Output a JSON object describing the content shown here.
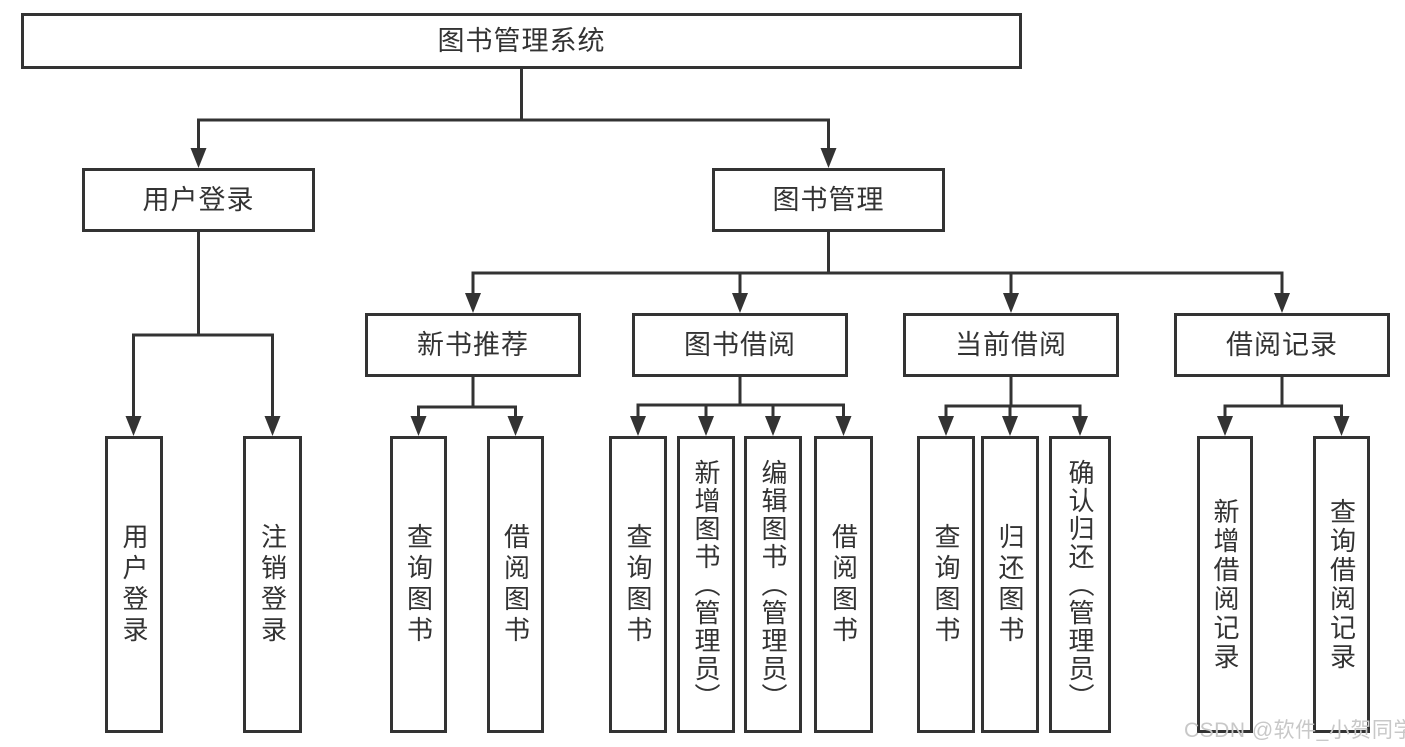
{
  "diagram": {
    "title": "图书管理系统",
    "branches": [
      {
        "label": "用户登录",
        "children": [
          {
            "label": "用户登录"
          },
          {
            "label": "注销登录"
          }
        ]
      },
      {
        "label": "图书管理",
        "children": [
          {
            "label": "新书推荐",
            "children": [
              {
                "label": "查询图书"
              },
              {
                "label": "借阅图书"
              }
            ]
          },
          {
            "label": "图书借阅",
            "children": [
              {
                "label": "查询图书"
              },
              {
                "label": "新增图书（管理员）"
              },
              {
                "label": "编辑图书（管理员）"
              },
              {
                "label": "借阅图书"
              }
            ]
          },
          {
            "label": "当前借阅",
            "children": [
              {
                "label": "查询图书"
              },
              {
                "label": "归还图书"
              },
              {
                "label": "确认归还（管理员）"
              }
            ]
          },
          {
            "label": "借阅记录",
            "children": [
              {
                "label": "新增借阅记录"
              },
              {
                "label": "查询借阅记录"
              }
            ]
          }
        ]
      }
    ]
  },
  "colors": {
    "line": "#333333",
    "box_border": "#333333",
    "text": "#333333",
    "watermark": "#c8c8c8",
    "background": "#ffffff"
  },
  "watermark": {
    "text": "CSDN @软件_小贺同学"
  }
}
